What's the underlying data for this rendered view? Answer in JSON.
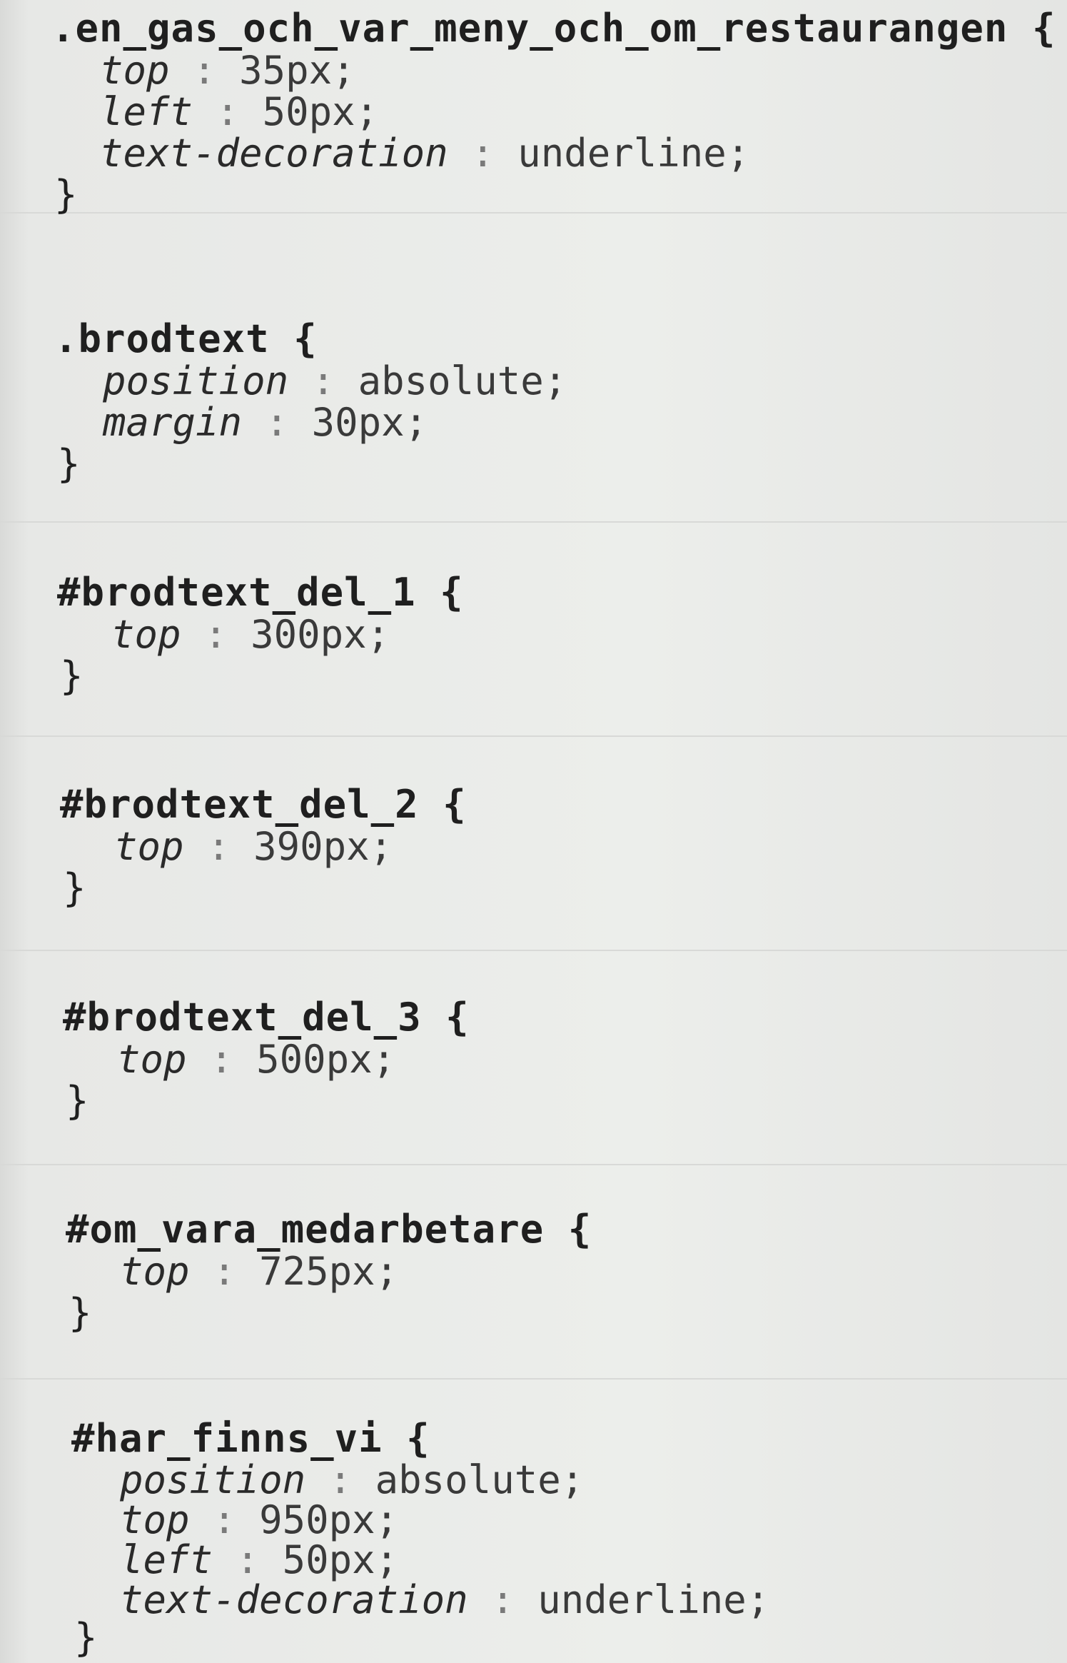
{
  "rules": [
    {
      "selector": ".en_gas_och_var_meny_och_om_restaurangen {",
      "declarations": [
        {
          "prop": "top",
          "colon": " : ",
          "value": "35px;"
        },
        {
          "prop": "left",
          "colon": " : ",
          "value": "50px;"
        },
        {
          "prop": "text-decoration",
          "colon": " : ",
          "value": "underline;"
        }
      ],
      "close": "}"
    },
    {
      "selector": ".brodtext {",
      "declarations": [
        {
          "prop": "position",
          "colon": " : ",
          "value": "absolute;"
        },
        {
          "prop": "margin",
          "colon": " : ",
          "value": "30px;"
        }
      ],
      "close": "}"
    },
    {
      "selector": "#brodtext_del_1 {",
      "declarations": [
        {
          "prop": "top",
          "colon": " : ",
          "value": "300px;"
        }
      ],
      "close": "}"
    },
    {
      "selector": "#brodtext_del_2 {",
      "declarations": [
        {
          "prop": "top",
          "colon": " : ",
          "value": "390px;"
        }
      ],
      "close": "}"
    },
    {
      "selector": "#brodtext_del_3 {",
      "declarations": [
        {
          "prop": "top",
          "colon": " : ",
          "value": "500px;"
        }
      ],
      "close": "}"
    },
    {
      "selector": "#om_vara_medarbetare {",
      "declarations": [
        {
          "prop": "top",
          "colon": " : ",
          "value": "725px;"
        }
      ],
      "close": "}"
    },
    {
      "selector": "#har_finns_vi {",
      "declarations": [
        {
          "prop": "position",
          "colon": " : ",
          "value": "absolute;"
        },
        {
          "prop": "top",
          "colon": " : ",
          "value": "950px;"
        },
        {
          "prop": "left",
          "colon": " : ",
          "value": "50px;"
        },
        {
          "prop": "text-decoration",
          "colon": " : ",
          "value": "underline;"
        }
      ],
      "close": "}"
    }
  ]
}
